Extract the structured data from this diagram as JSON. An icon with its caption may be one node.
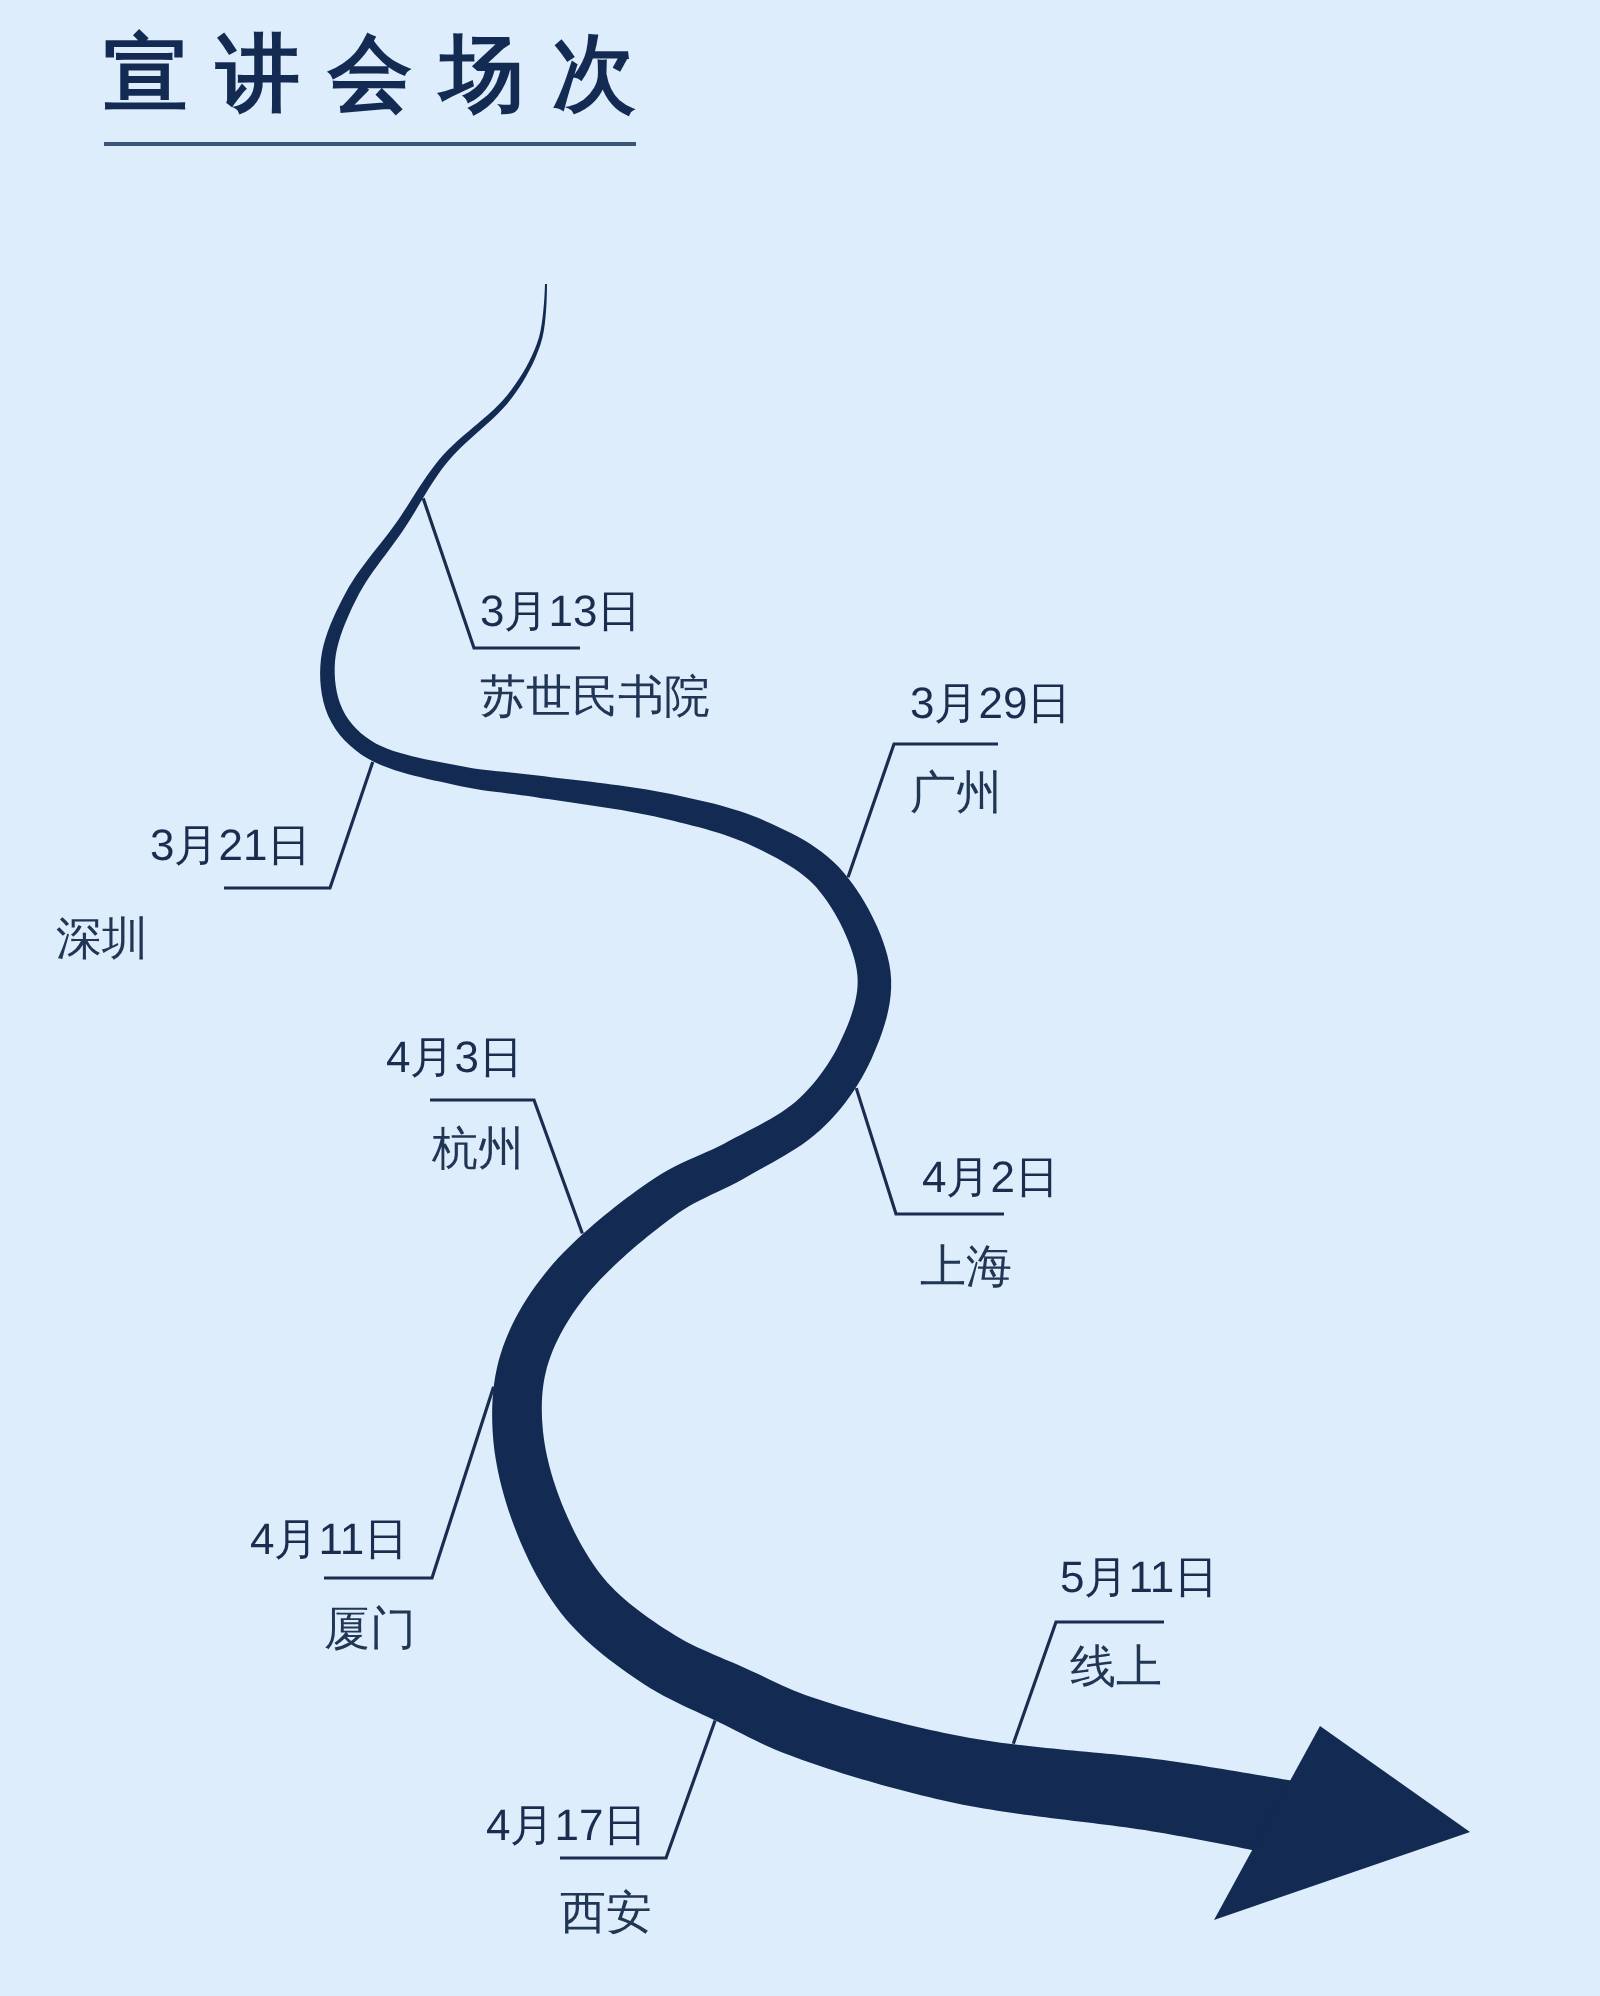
{
  "diagram": {
    "title": "宣讲会场次",
    "nodes": [
      {
        "text": [],
        "shape": "arrow"
      },
      {
        "text": [
          "3月13日",
          "苏世民书院"
        ]
      },
      {
        "text": [
          "3月21日",
          "深圳"
        ]
      },
      {
        "text": [
          "3月29日",
          "广州"
        ]
      },
      {
        "text": [
          "4月2日",
          "上海"
        ]
      },
      {
        "text": [
          "4月3日",
          "杭州"
        ]
      },
      {
        "text": [
          "4月11日",
          "厦门"
        ]
      },
      {
        "text": [
          "4月17日",
          "西安"
        ]
      },
      {
        "text": [
          "5月11日",
          "线上"
        ]
      }
    ],
    "edges": [
      {
        "from": 1,
        "to": 0,
        "arrow": "none"
      },
      {
        "from": 2,
        "to": 0,
        "arrow": "none"
      },
      {
        "from": 3,
        "to": 0,
        "arrow": "none"
      },
      {
        "from": 4,
        "to": 0,
        "arrow": "none"
      },
      {
        "from": 5,
        "to": 0,
        "arrow": "none"
      },
      {
        "from": 6,
        "to": 0,
        "arrow": "none"
      },
      {
        "from": 7,
        "to": 0,
        "arrow": "none"
      },
      {
        "from": 8,
        "to": 0,
        "arrow": "none"
      }
    ]
  }
}
